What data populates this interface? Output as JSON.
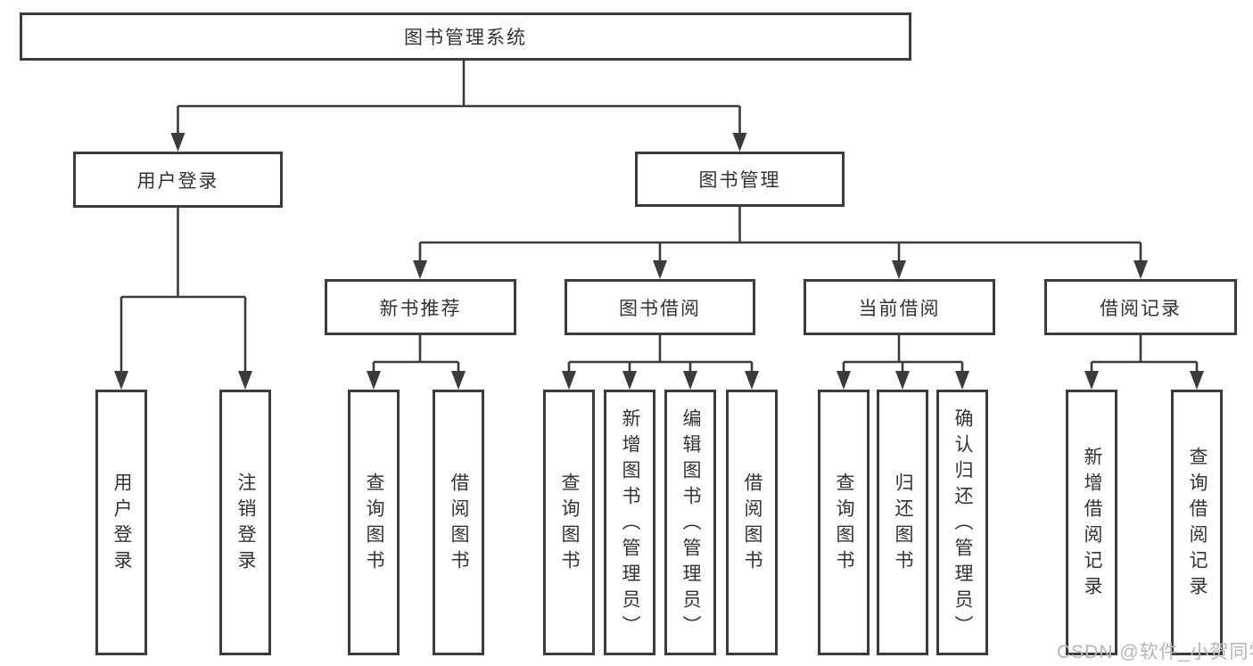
{
  "diagram": {
    "title": "图书管理系统",
    "type": "hierarchy-tree"
  },
  "colors": {
    "background": "#ffffff",
    "line": "#3b3b3b",
    "box_border": "#3b3b3b",
    "text": "#333333",
    "watermark": "#b5b5b5"
  },
  "tree": {
    "root": {
      "label": "图书管理系统"
    },
    "level2": [
      {
        "label": "用户登录",
        "children": [
          {
            "label": "用户登录"
          },
          {
            "label": "注销登录"
          }
        ]
      },
      {
        "label": "图书管理",
        "children": [
          {
            "label": "新书推荐",
            "children": [
              {
                "label": "查询图书"
              },
              {
                "label": "借阅图书"
              }
            ]
          },
          {
            "label": "图书借阅",
            "children": [
              {
                "label": "查询图书"
              },
              {
                "label": "新增图书（管理员）"
              },
              {
                "label": "编辑图书（管理员）"
              },
              {
                "label": "借阅图书"
              }
            ]
          },
          {
            "label": "当前借阅",
            "children": [
              {
                "label": "查询图书"
              },
              {
                "label": "归还图书"
              },
              {
                "label": "确认归还（管理员）"
              }
            ]
          },
          {
            "label": "借阅记录",
            "children": [
              {
                "label": "新增借阅记录"
              },
              {
                "label": "查询借阅记录"
              }
            ]
          }
        ]
      }
    ]
  },
  "watermark": {
    "text": "CSDN @软件_小贺同学"
  }
}
